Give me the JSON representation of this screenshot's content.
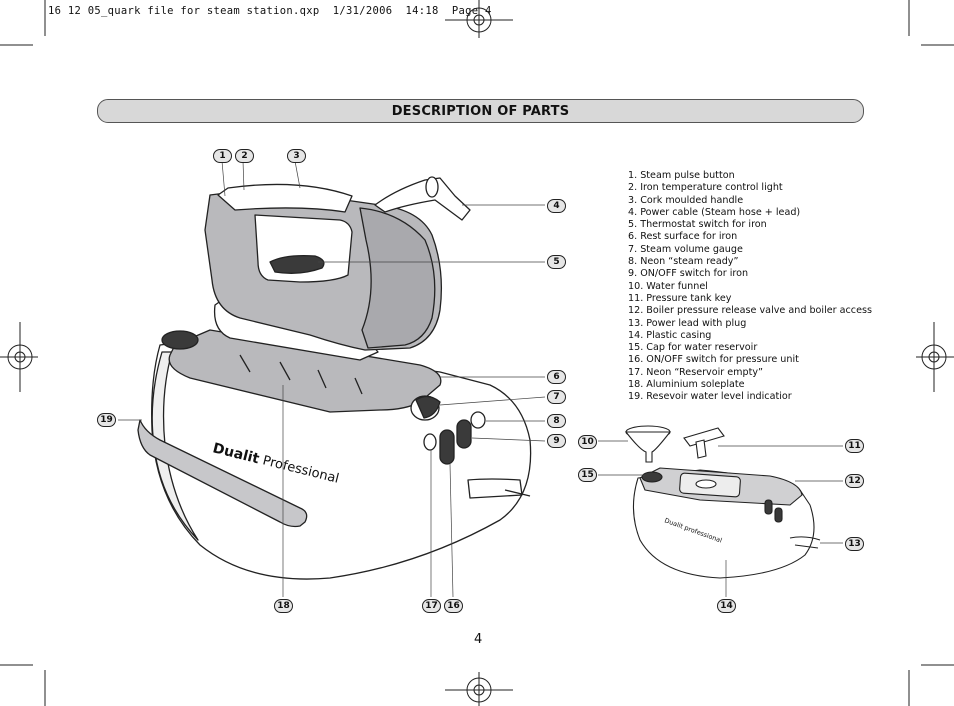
{
  "print_header": "16 12 05_quark file for steam station.qxp  1/31/2006  14:18  Page 4",
  "section_title": "DESCRIPTION OF PARTS",
  "parts": [
    "1. Steam pulse button",
    "2. Iron temperature control light",
    "3. Cork moulded handle",
    "4. Power cable (Steam hose + lead)",
    "5. Thermostat switch for iron",
    "6. Rest surface for iron",
    "7. Steam volume gauge",
    "8. Neon “steam ready”",
    "9. ON/OFF switch for iron",
    "10. Water funnel",
    "11. Pressure tank key",
    "12. Boiler pressure release valve and boiler  access",
    "13. Power lead with plug",
    "14. Plastic casing",
    "15. Cap for water reservoir",
    "16. ON/OFF switch for pressure unit",
    "17. Neon “Reservoir empty”",
    "18. Aluminium soleplate",
    "19. Resevoir water level indicatior"
  ],
  "callouts": {
    "c1": "1",
    "c2": "2",
    "c3": "3",
    "c4": "4",
    "c5": "5",
    "c6": "6",
    "c7": "7",
    "c8": "8",
    "c9": "9",
    "c10": "10",
    "c11": "11",
    "c12": "12",
    "c13": "13",
    "c14": "14",
    "c15": "15",
    "c16": "16",
    "c17": "17",
    "c18": "18",
    "c19": "19"
  },
  "brand_main": "Dualit",
  "brand_sub": "Professional",
  "brand_small": "Dualit professional",
  "page_number": "4",
  "colors": {
    "title_bar": "#d8d8d8",
    "iron_grey": "#b9b9bc",
    "dark_control": "#3a3a3a"
  }
}
